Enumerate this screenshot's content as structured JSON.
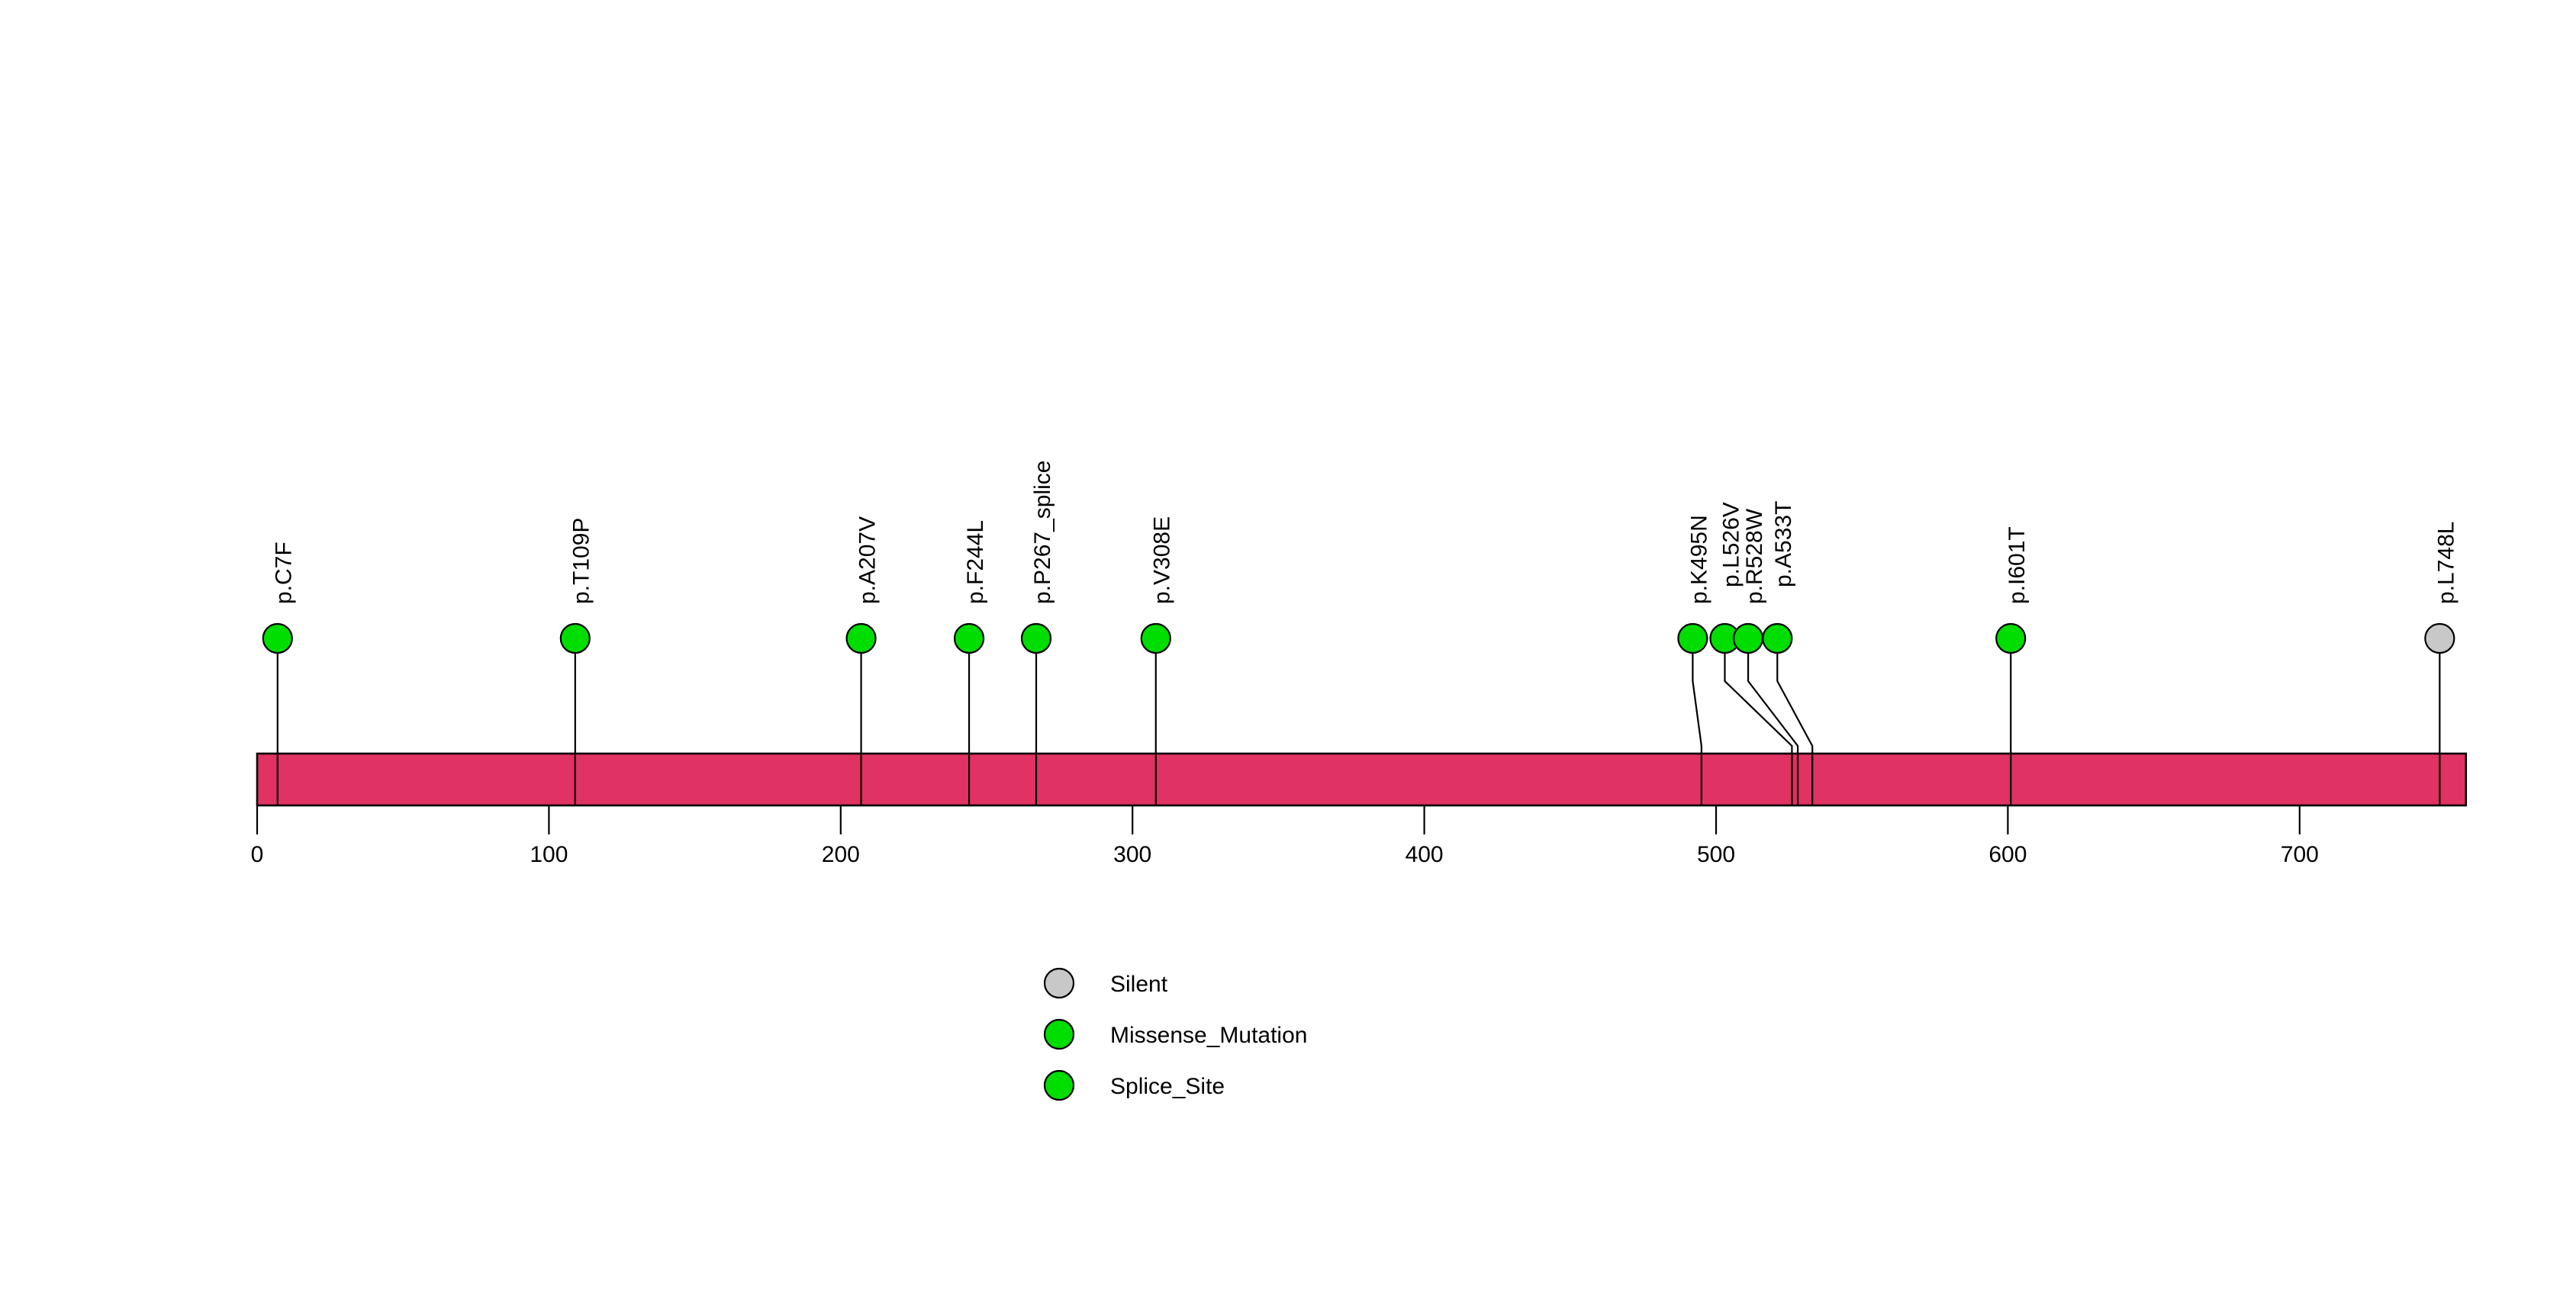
{
  "chart_data": {
    "type": "lollipop",
    "title": "",
    "subtitle": "",
    "xlabel": "",
    "ylabel": "",
    "xlim": [
      0,
      757
    ],
    "grid": false,
    "axis": {
      "ticks": [
        0,
        100,
        200,
        300,
        400,
        500,
        600,
        700
      ],
      "tick_labels": [
        "0",
        "100",
        "200",
        "300",
        "400",
        "500",
        "600",
        "700"
      ]
    },
    "protein_bar": {
      "start": 0,
      "end": 757,
      "color": "#E03263",
      "border_color": "#000000",
      "label": ""
    },
    "mutations": [
      {
        "label": "p.C7F",
        "position": 7,
        "type": "Missense_Mutation",
        "color": "#00DD00",
        "bent": false,
        "label_row": 0
      },
      {
        "label": "p.T109P",
        "position": 109,
        "type": "Missense_Mutation",
        "color": "#00DD00",
        "bent": false,
        "label_row": 0
      },
      {
        "label": "p.A207V",
        "position": 207,
        "type": "Missense_Mutation",
        "color": "#00DD00",
        "bent": false,
        "label_row": 0
      },
      {
        "label": "p.F244L",
        "position": 244,
        "type": "Missense_Mutation",
        "color": "#00DD00",
        "bent": false,
        "label_row": 0
      },
      {
        "label": "p.P267_splice",
        "position": 267,
        "type": "Splice_Site",
        "color": "#00DD00",
        "bent": false,
        "label_row": 0
      },
      {
        "label": "p.V308E",
        "position": 308,
        "type": "Missense_Mutation",
        "color": "#00DD00",
        "bent": false,
        "label_row": 0
      },
      {
        "label": "p.K495N",
        "position": 495,
        "type": "Missense_Mutation",
        "color": "#00DD00",
        "bent": true,
        "label_row": 0,
        "marker_position": 492
      },
      {
        "label": "p.L526V",
        "position": 526,
        "type": "Missense_Mutation",
        "color": "#00DD00",
        "bent": true,
        "label_row": 1,
        "marker_position": 503
      },
      {
        "label": "p.R528W",
        "position": 528,
        "type": "Missense_Mutation",
        "color": "#00DD00",
        "bent": true,
        "label_row": 0,
        "marker_position": 511
      },
      {
        "label": "p.A533T",
        "position": 533,
        "type": "Missense_Mutation",
        "color": "#00DD00",
        "bent": true,
        "label_row": 1,
        "marker_position": 521
      },
      {
        "label": "p.I601T",
        "position": 601,
        "type": "Missense_Mutation",
        "color": "#00DD00",
        "bent": false,
        "label_row": 0
      },
      {
        "label": "p.L748L",
        "position": 748,
        "type": "Silent",
        "color": "#C8C8C8",
        "bent": false,
        "label_row": 0
      }
    ],
    "legend": {
      "position": "bottom-center",
      "entries": [
        {
          "label": "Silent",
          "color": "#C8C8C8"
        },
        {
          "label": "Missense_Mutation",
          "color": "#00DD00"
        },
        {
          "label": "Splice_Site",
          "color": "#00DD00"
        }
      ]
    },
    "colors": {
      "background": "#FFFFFF",
      "protein": "#E03263",
      "missense": "#00DD00",
      "splice_site": "#00DD00",
      "silent": "#C8C8C8",
      "outline": "#000000"
    }
  }
}
